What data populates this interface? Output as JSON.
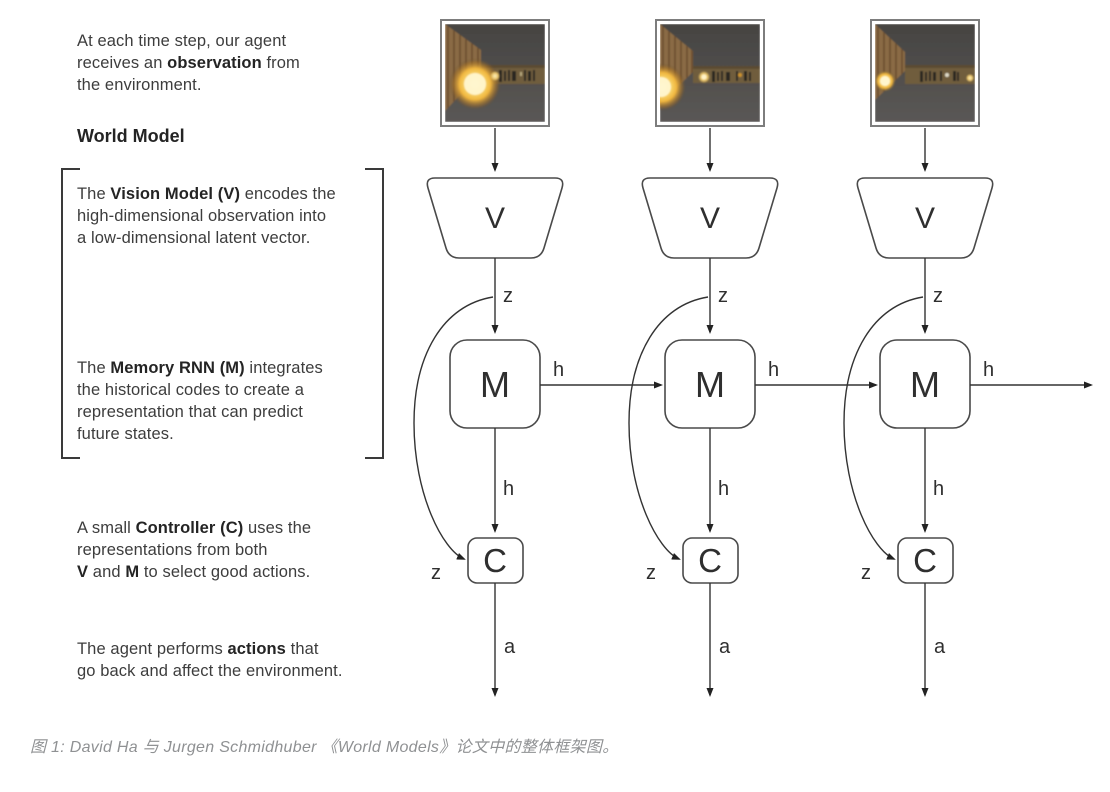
{
  "annotations": {
    "observation": {
      "segments": [
        {
          "t": "At each time step, our agent\nreceives an "
        },
        {
          "t": "observation",
          "b": true
        },
        {
          "t": " from\nthe environment."
        }
      ]
    },
    "world_model_heading": "World Model",
    "vision": {
      "segments": [
        {
          "t": "The "
        },
        {
          "t": "Vision Model (V)",
          "b": true
        },
        {
          "t": " encodes the\nhigh-dimensional observation into\na low-dimensional latent vector."
        }
      ]
    },
    "memory": {
      "segments": [
        {
          "t": "The "
        },
        {
          "t": "Memory RNN (M)",
          "b": true
        },
        {
          "t": " integrates\nthe historical codes to create a\nrepresentation that can predict\nfuture states."
        }
      ]
    },
    "controller": {
      "segments": [
        {
          "t": "A small "
        },
        {
          "t": "Controller (C)",
          "b": true
        },
        {
          "t": " uses the\nrepresentations from both\n"
        },
        {
          "t": "V",
          "b": true
        },
        {
          "t": " and "
        },
        {
          "t": "M",
          "b": true
        },
        {
          "t": " to select good actions."
        }
      ]
    },
    "actions": {
      "segments": [
        {
          "t": "The agent performs "
        },
        {
          "t": "actions",
          "b": true
        },
        {
          "t": " that\ngo back and affect the environment."
        }
      ]
    }
  },
  "diagram": {
    "columns": 3,
    "labels": {
      "vision": "V",
      "memory": "M",
      "controller": "C",
      "latent": "z",
      "hidden": "h",
      "action": "a"
    }
  },
  "caption": "图 1: David Ha 与 Jurgen Schmidhuber 《World Models》论文中的整体框架图。",
  "colors": {
    "line": "#333333",
    "box_border": "#4a4a4a",
    "body_text": "#3d3d3d",
    "caption_gray": "#8f9193",
    "frame_gray": "#7d7d7d",
    "scene_background": "#4e4c4b",
    "scene_wall_brown": "#8a6b44",
    "scene_band_brown": "#6f5d3e",
    "fireball_core": "#fff6cf",
    "fireball_glow": "#f0b63f"
  }
}
